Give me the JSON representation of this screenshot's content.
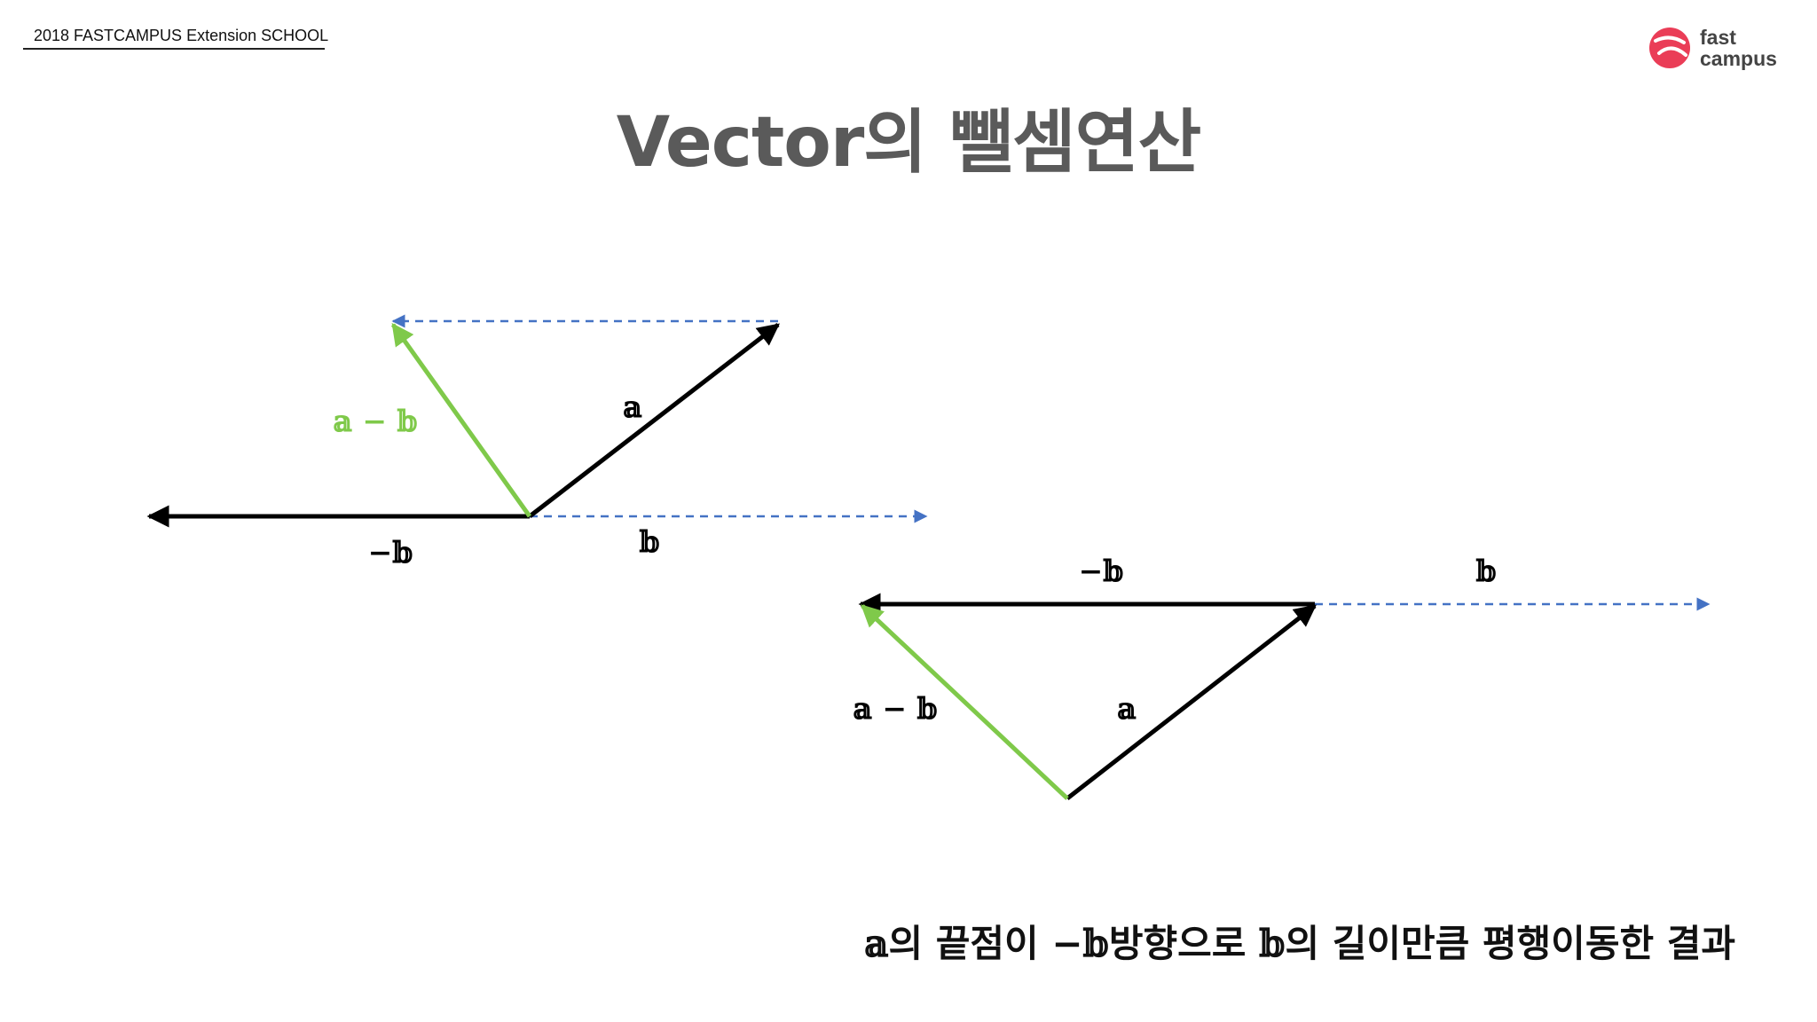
{
  "header": {
    "course": "2018 FASTCAMPUS Extension SCHOOL"
  },
  "logo": {
    "line1": "fast",
    "line2": "campus",
    "brand_color": "#ea3d57"
  },
  "title": "Vector의 뺄셈연산",
  "colors": {
    "vector_black": "#000000",
    "result_green": "#7fc94a",
    "dashed_blue": "#4472c4",
    "title_gray": "#5a5a5a"
  },
  "diagram_left": {
    "label_a": "𝕒",
    "label_b": "𝕓",
    "label_neg_b": "−𝕓",
    "label_result": "𝕒 − 𝕓"
  },
  "diagram_right": {
    "label_a": "𝕒",
    "label_b": "𝕓",
    "label_neg_b": "−𝕓",
    "label_result": "𝕒 − 𝕓"
  },
  "caption": {
    "a": "𝕒",
    "t1": "의 끝점이 ",
    "neg_b": "−𝕓",
    "t2": "방향으로 ",
    "b": "𝕓",
    "t3": "의 길이만큼 평행이동한 결과"
  }
}
